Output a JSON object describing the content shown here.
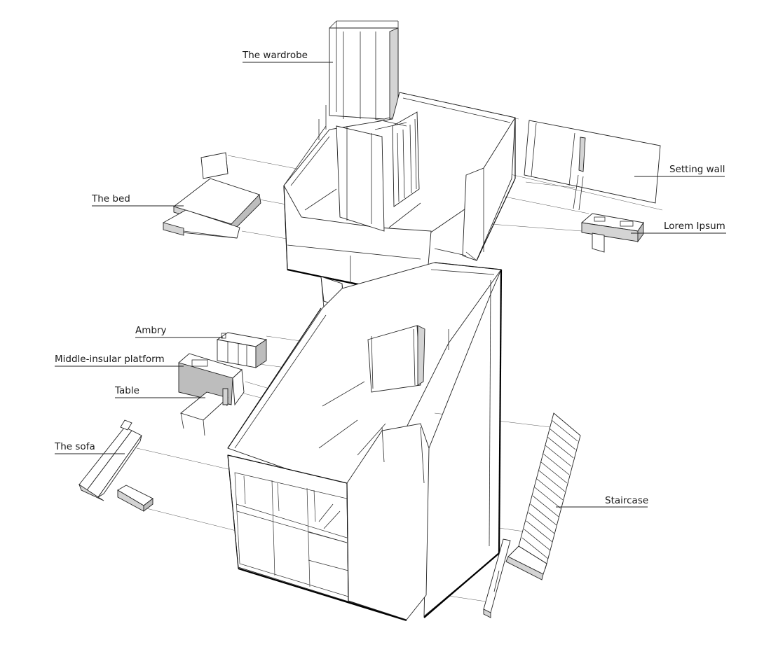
{
  "diagram": {
    "labels": {
      "wardrobe": "The wardrobe",
      "bed": "The bed",
      "setting_wall": "Setting wall",
      "lorem": "Lorem Ipsum",
      "ambry": "Ambry",
      "platform": "Middle-insular platform",
      "table": "Table",
      "sofa": "The sofa",
      "staircase": "Staircase"
    }
  }
}
